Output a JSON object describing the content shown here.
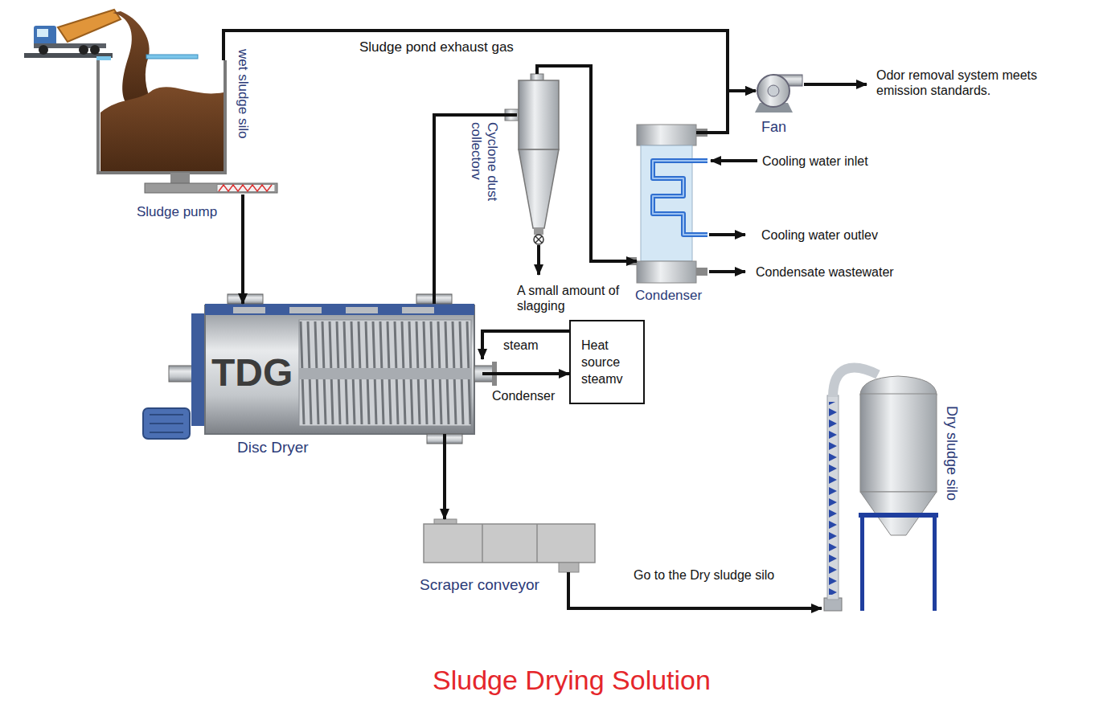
{
  "diagram": {
    "title": "Sludge Drying Solution",
    "nodes": [
      {
        "text": [
          "wet sludge silo"
        ]
      },
      {
        "text": [
          "Sludge pump"
        ]
      },
      {
        "text": [
          "TDG",
          "Disc Dryer"
        ]
      },
      {
        "text": [
          "Cyclone dust collectorv"
        ]
      },
      {
        "text": [
          "Condenser"
        ]
      },
      {
        "text": [
          "Fan"
        ]
      },
      {
        "text": [
          "Heat source steamv"
        ]
      },
      {
        "text": [
          "Scraper conveyor"
        ]
      },
      {
        "text": [
          "Dry sludge silo"
        ]
      }
    ],
    "edges": [
      {
        "from": 0,
        "to": 5,
        "label": "Sludge pond exhaust gas",
        "arrow": "to"
      },
      {
        "from": 1,
        "to": 2,
        "arrow": "to"
      },
      {
        "from": 2,
        "to": 3,
        "arrow": "none"
      },
      {
        "from": 3,
        "to": 4,
        "arrow": "to"
      },
      {
        "from": 4,
        "to": 5,
        "arrow": "to"
      },
      {
        "from": 6,
        "to": 2,
        "label": "steam",
        "arrow": "to"
      },
      {
        "from": 2,
        "to": 6,
        "label": "Condenser",
        "arrow": "to"
      },
      {
        "from": 2,
        "to": 7,
        "arrow": "to"
      },
      {
        "from": 7,
        "to": 8,
        "label": "Go to the Dry sludge silo",
        "arrow": "to"
      }
    ],
    "labels": [
      "Odor removal system meets emission standards.",
      "Cooling water inlet",
      "Cooling water outlev",
      "Condensate wastewater",
      "A small amount of slagging"
    ]
  }
}
